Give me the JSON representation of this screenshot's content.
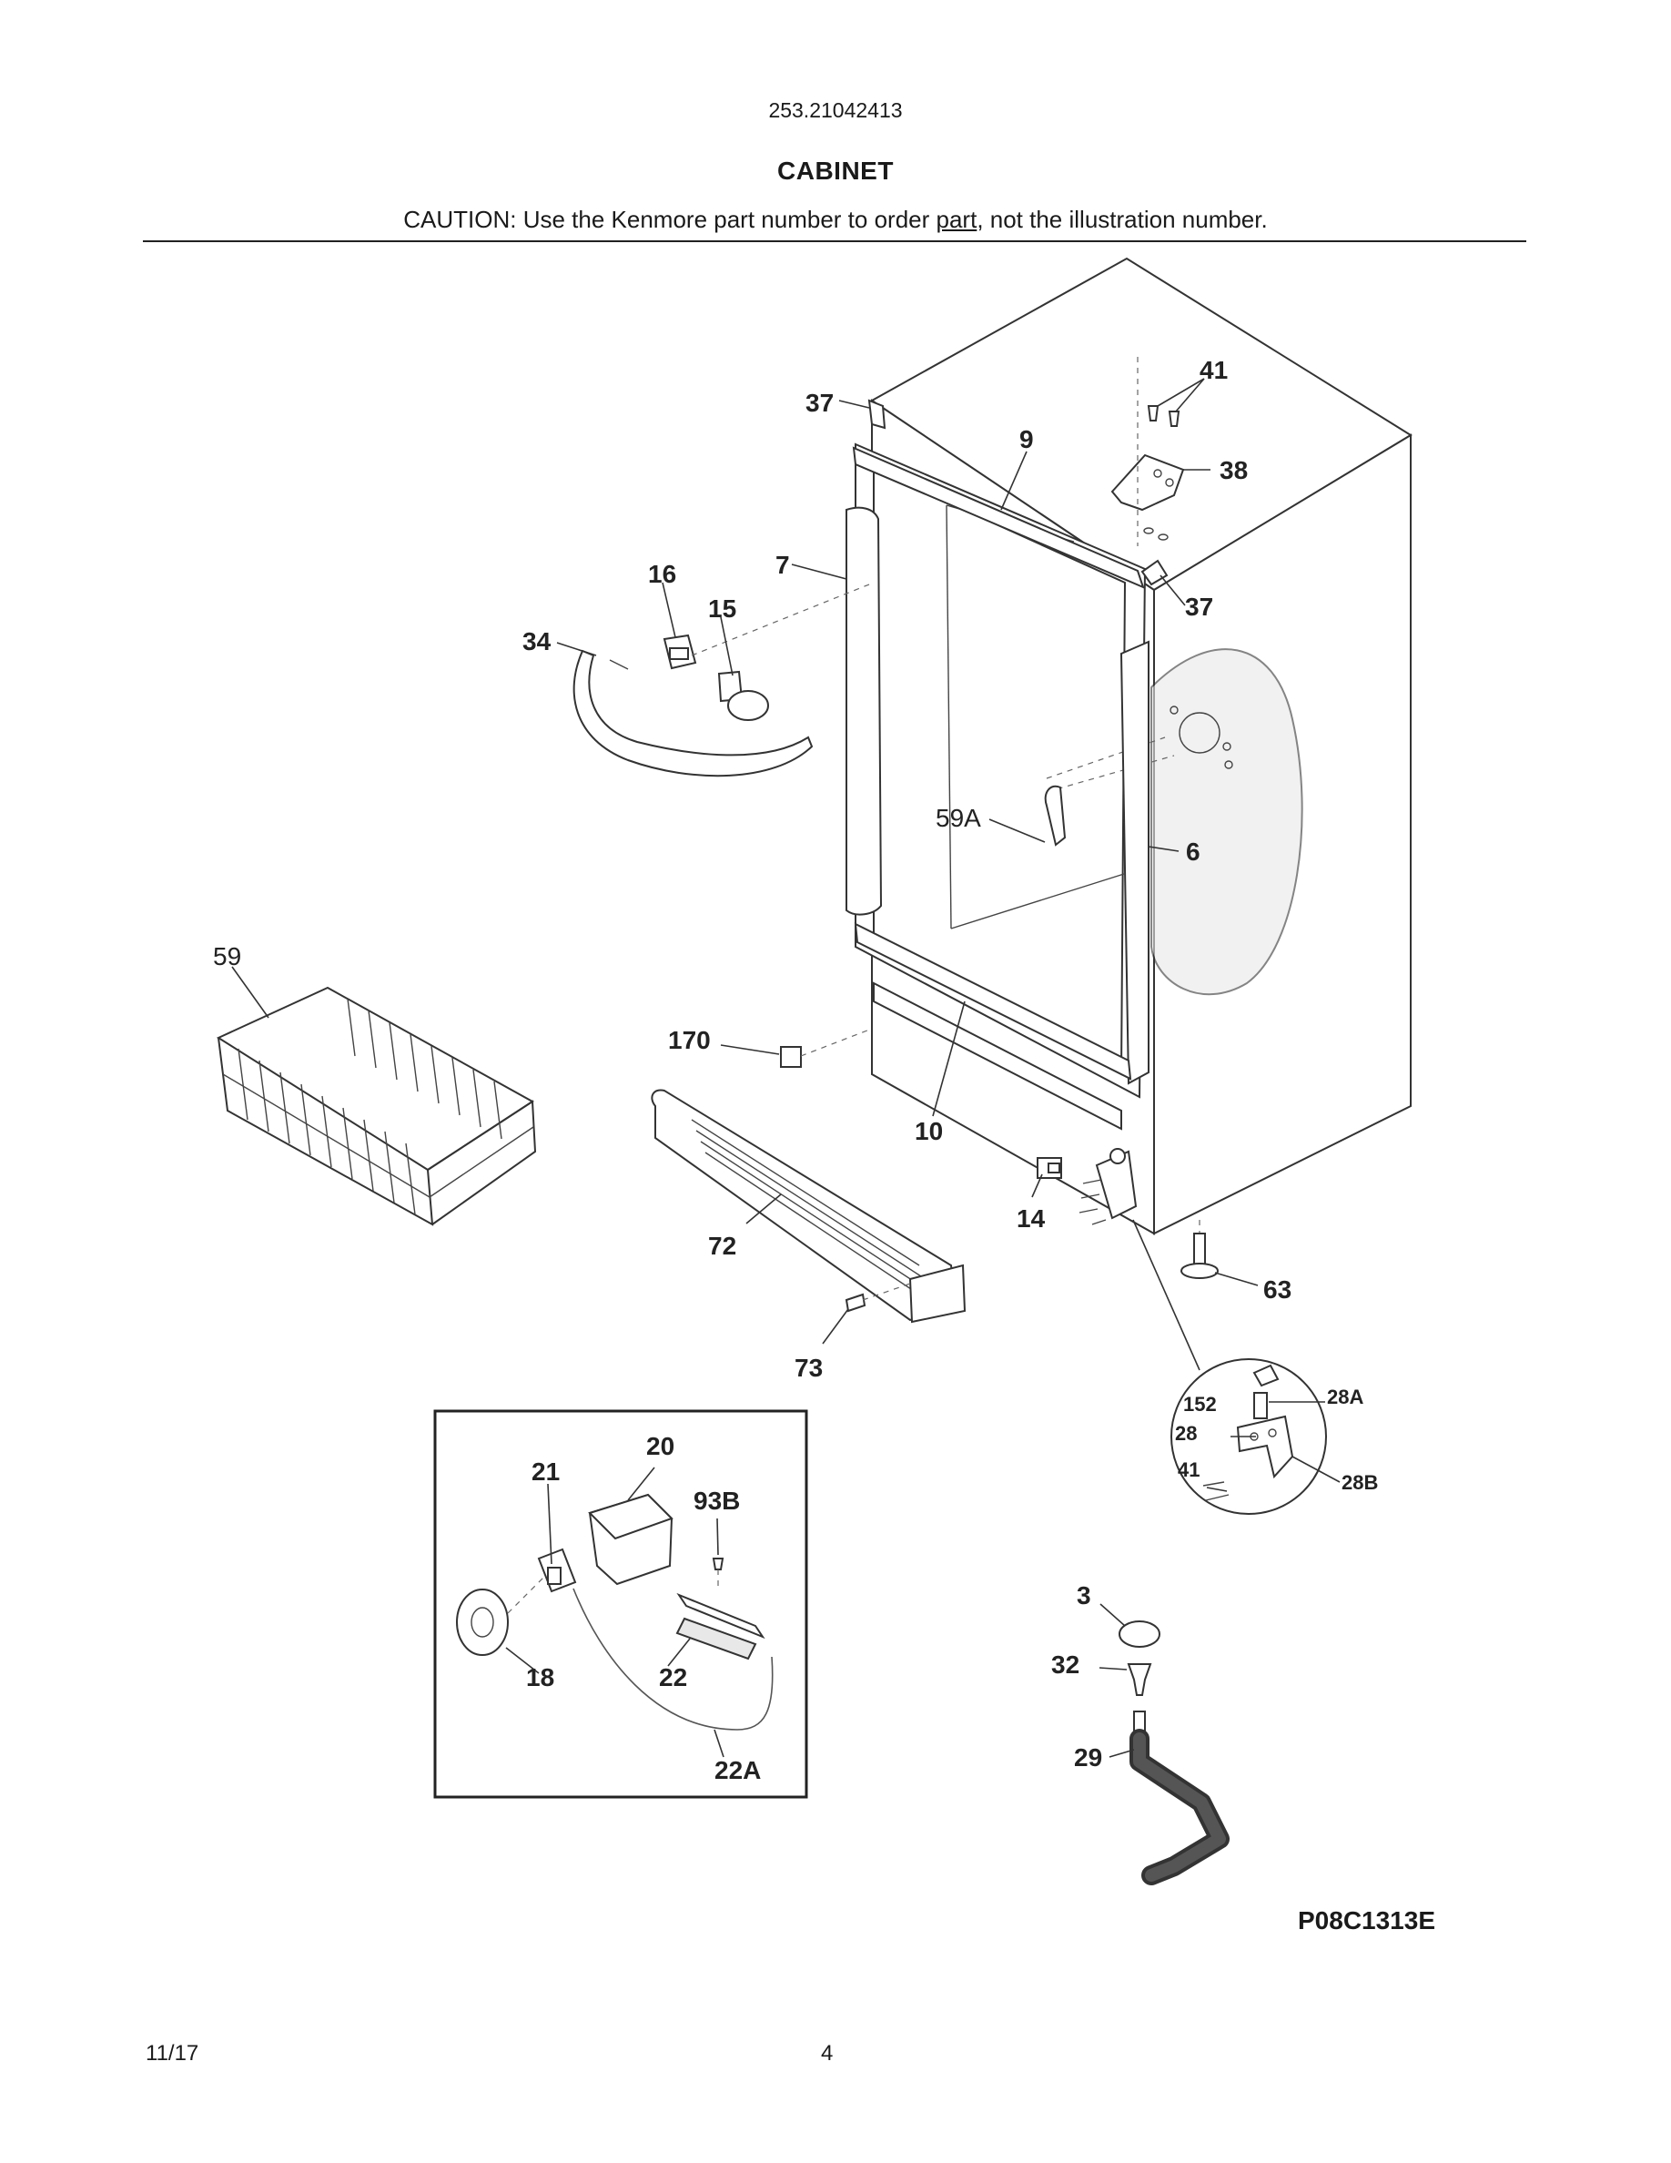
{
  "header": {
    "model_number": "253.21042413",
    "section_title": "CABINET",
    "caution_prefix": "CAUTION: Use the Kenmore part number to order ",
    "caution_underlined": "part",
    "caution_suffix": ", not the illustration number."
  },
  "callouts": {
    "c37a": "37",
    "c41a": "41",
    "c9": "9",
    "c38": "38",
    "c7": "7",
    "c16": "16",
    "c15": "15",
    "c34": "34",
    "c37b": "37",
    "c59a": "59A",
    "c6": "6",
    "c59": "59",
    "c170": "170",
    "c10": "10",
    "c14": "14",
    "c72": "72",
    "c63": "63",
    "c73": "73",
    "c152": "152",
    "c28a": "28A",
    "c28": "28",
    "c41b": "41",
    "c28b": "28B",
    "c20": "20",
    "c21": "21",
    "c93b": "93B",
    "c18": "18",
    "c22": "22",
    "c22a": "22A",
    "c3": "3",
    "c32": "32",
    "c29": "29"
  },
  "drawing_code": "P08C1313E",
  "footer": {
    "date": "11/17",
    "page": "4"
  }
}
